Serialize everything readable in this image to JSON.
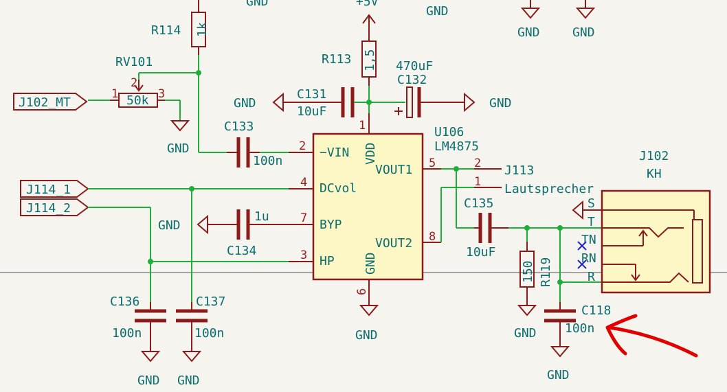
{
  "colors": {
    "background": "#f5f4ef",
    "wire": "#1fae3a",
    "component": "#8b1a1a",
    "text": "#0a6e6e",
    "body_fill": "#fdf7c6",
    "no_connect": "#2222cc",
    "annotation": "#e00000"
  },
  "labels": {
    "gnd": "GND",
    "vcc": "+5V",
    "r114_ref": "R114",
    "r114_val": "1k",
    "rv101_ref": "RV101",
    "rv101_val": "50k",
    "j102_mt": "J102_MT",
    "r113_ref": "R113",
    "r113_val": "1,5",
    "c132_val": "470uF",
    "c132_ref": "C132",
    "c131_ref": "C131",
    "c131_val": "10uF",
    "c133_ref": "C133",
    "c133_val": "100n",
    "u106_ref": "U106",
    "u106_val": "LM4875",
    "pin_vin": "−VIN",
    "pin_dcvol": "DCvol",
    "pin_byp": "BYP",
    "pin_hp": "HP",
    "pin_vdd": "VDD",
    "pin_vout1": "VOUT1",
    "pin_vout2": "VOUT2",
    "j114_1": "J114_1",
    "j114_2": "J114_2",
    "c134_ref": "C134",
    "c134_val": "1u",
    "j113": "J113",
    "lautsprecher": "Lautsprecher",
    "c135_ref": "C135",
    "c135_val": "10uF",
    "r119_ref": "R119",
    "r119_val": "150",
    "c118_ref": "C118",
    "c118_val": "100n",
    "j102_ref": "J102",
    "j102_val": "KH",
    "c136_ref": "C136",
    "c136_val": "100n",
    "c137_ref": "C137",
    "c137_val": "100n",
    "pin_s": "S",
    "pin_t": "T",
    "pin_tn": "TN",
    "pin_rn": "RN",
    "pin_r": "R",
    "pins": {
      "p1": "1",
      "p2": "2",
      "p3": "3",
      "p4": "4",
      "p5": "5",
      "p6": "6",
      "p7": "7",
      "p8": "8"
    }
  }
}
